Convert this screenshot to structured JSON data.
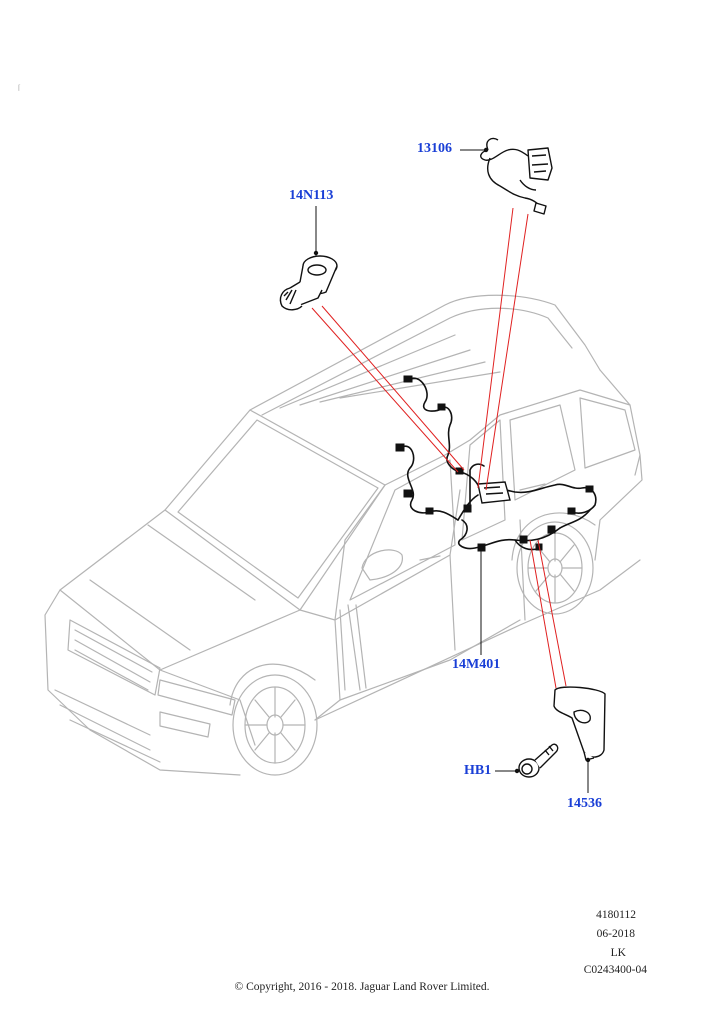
{
  "callouts": {
    "part_13106": "13106",
    "part_14N113": "14N113",
    "part_14M401": "14M401",
    "part_HB1": "HB1",
    "part_14536": "14536"
  },
  "footer": {
    "illustration_no": "4180112",
    "date": "06-2018",
    "region": "LK",
    "catalog_code": "C0243400-04",
    "copyright": "© Copyright, 2016 - 2018. Jaguar Land Rover Limited."
  },
  "colors": {
    "callout_text": "#1a3fd6",
    "leader_line": "#e02020",
    "car_outline": "#b4b4b4",
    "harness": "#111111"
  }
}
